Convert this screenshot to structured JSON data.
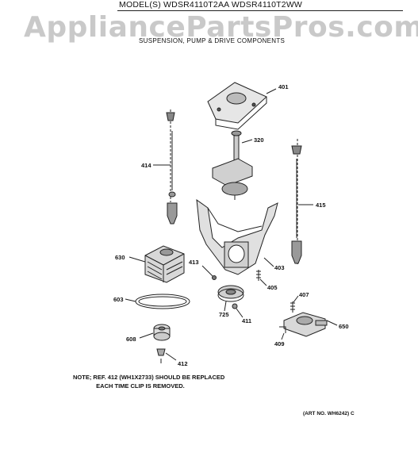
{
  "header": {
    "model_line": "MODEL(S) WDSR4110T2AA WDSR4110T2WW",
    "watermark": "AppliancePartsPros.com",
    "subtitle": "SUSPENSION, PUMP & DRIVE COMPONENTS"
  },
  "callouts": {
    "c401": "401",
    "c320": "320",
    "c414": "414",
    "c415": "415",
    "c630": "630",
    "c413": "413",
    "c403": "403",
    "c405": "405",
    "c603": "603",
    "c725": "725",
    "c411": "411",
    "c407": "407",
    "c650": "650",
    "c608": "608",
    "c409": "409",
    "c412": "412"
  },
  "footer": {
    "note": "NOTE; REF. 412 (WH1X2733) SHOULD BE REPLACED\n              EACH TIME CLIP IS REMOVED.",
    "art_number": "(ART NO. WH6242) C"
  }
}
